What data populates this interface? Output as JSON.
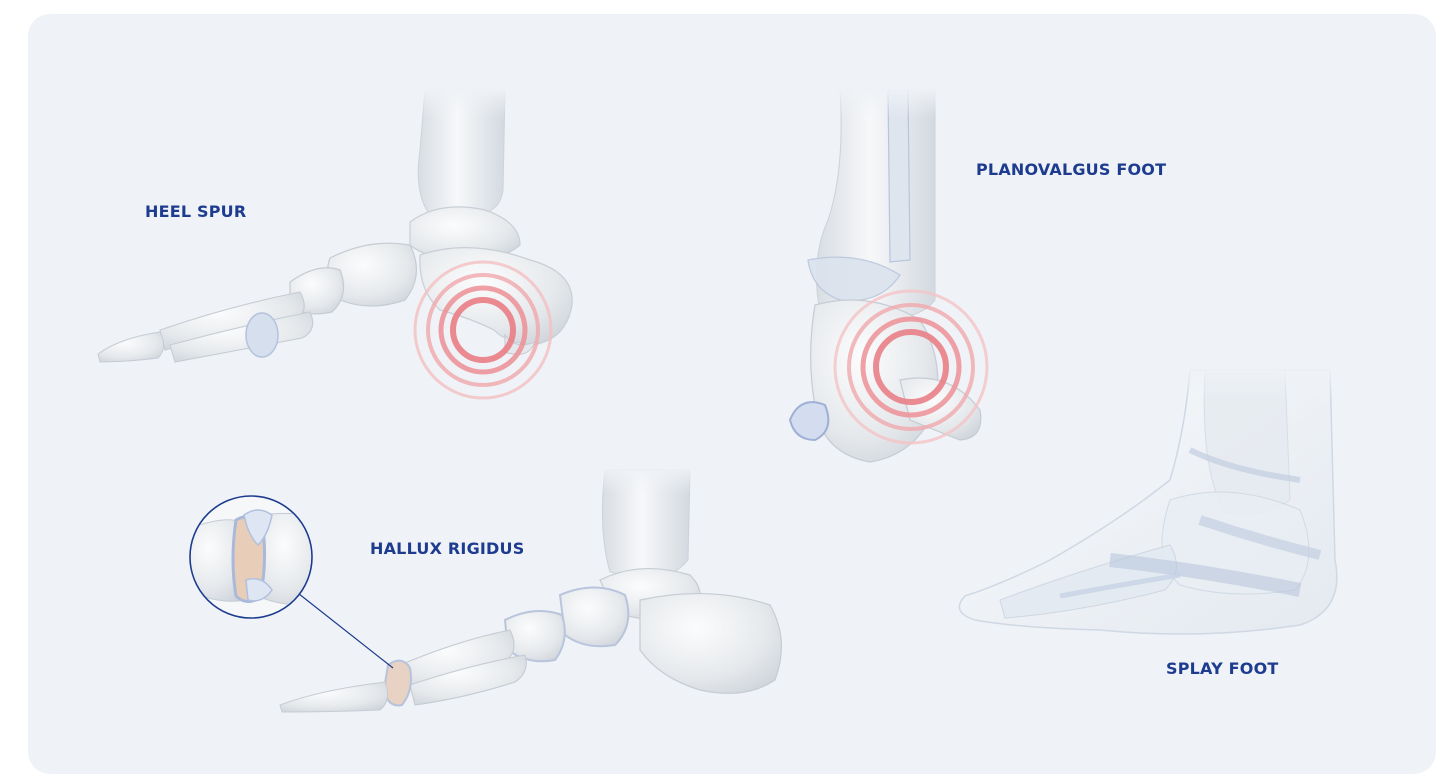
{
  "colors": {
    "panel_background": "#eff2f6",
    "label_text": "#1d3c8f",
    "bone_fill": "#e9ecef",
    "bone_outline": "#c9cfd6",
    "cartilage_blue": "#b9c7e6",
    "pain_ring": "#ee8f95",
    "callout_line": "#1d3c8f"
  },
  "conditions": {
    "heel_spur": {
      "label": "HEEL SPUR",
      "illustration": "foot-skeleton-lateral-icon",
      "marker": "pain-target-rings-icon"
    },
    "planovalgus": {
      "label": "PLANOVALGUS FOOT",
      "illustration": "ankle-skeleton-posterior-icon",
      "marker": "pain-target-rings-icon"
    },
    "hallux_rigidus": {
      "label": "HALLUX RIGIDUS",
      "illustration": "foot-skeleton-medial-icon",
      "marker": "magnifier-callout-icon"
    },
    "splay_foot": {
      "label": "SPLAY FOOT",
      "illustration": "foot-ligaments-transparent-icon"
    }
  }
}
